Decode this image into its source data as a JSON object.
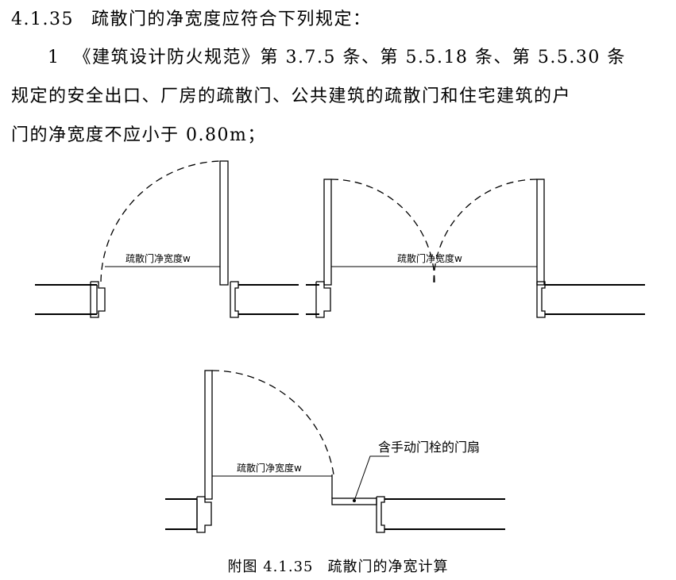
{
  "clause": {
    "number": "4.1.35",
    "title": "疏散门的净宽度应符合下列规定："
  },
  "item1": {
    "number": "1",
    "line1": "《建筑设计防火规范》第 3.7.5 条、第 5.5.18 条、第 5.5.30 条",
    "line2": "规定的安全出口、厂房的疏散门、公共建筑的疏散门和住宅建筑的户",
    "line3": "门的净宽度不应小于 0.80m；"
  },
  "figure": {
    "dimension_label": "疏散门净宽度w",
    "callout_label": "含手动门栓的门扇",
    "caption_number": "附图 4.1.35",
    "caption_text": "疏散门的净宽计算"
  }
}
